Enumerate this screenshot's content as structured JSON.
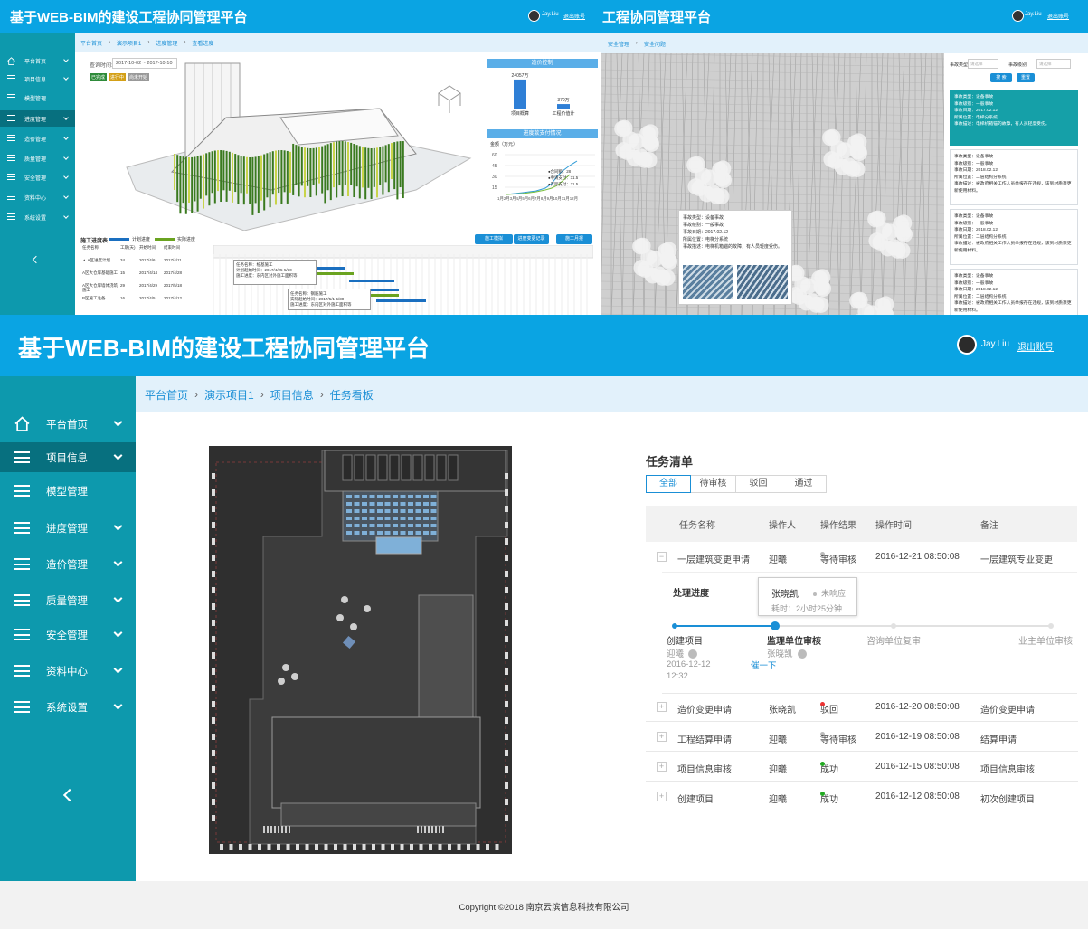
{
  "colors": {
    "header": "#0aa4e3",
    "sidebar": "#0d99ad",
    "sidebar_active": "#07707f",
    "accent": "#1a8fd6"
  },
  "shot_tl": {
    "title": "基于WEB-BIM的建设工程协同管理平台",
    "user": "Jay.Liu",
    "logout": "退出账号",
    "breadcrumb": [
      "平台首页",
      "演示项目1",
      "进度管理",
      "查看进度"
    ],
    "sidebar": [
      "平台首页",
      "项目信息",
      "模型管理",
      "进度管理",
      "造价管理",
      "质量管理",
      "安全管理",
      "资料中心",
      "系统设置"
    ],
    "date_label": "查询时间:",
    "date_value": "2017-10-02 ~ 2017-10-10",
    "legend_tags": [
      "已完成",
      "进行中",
      "尚未开始"
    ],
    "cost_panel": "造价控制",
    "cost_chart": {
      "type": "bar",
      "categories": [
        "项目概算",
        "工程价值计"
      ],
      "values": [
        24057,
        3700
      ],
      "value_labels": [
        "24057万",
        "370万"
      ]
    },
    "pay_panel": "进度款支付情况",
    "pay_chart": {
      "type": "line",
      "ylabel": "金额（万元）",
      "yticks": [
        "60",
        "45",
        "30",
        "15"
      ],
      "xticks": "1月2月3月4月5月6月7月8月9月10月11月12月",
      "tooltip": [
        "●合同额：28",
        "●申请支付：31.5",
        "●实际支付：31.5"
      ]
    },
    "gantt_title": "施工进度表",
    "gantt_legend": [
      "计划进度",
      "实际进度"
    ],
    "gantt_buttons": [
      "施工模拟",
      "进度变更记录",
      "施工月报"
    ],
    "gantt_cols": [
      "任务名称",
      "工期(天)",
      "开始时间",
      "结束时间"
    ],
    "gantt_rows": [
      [
        "▲ A区进度计划",
        "34",
        "2017/4/6",
        "2017/4/11"
      ],
      [
        "A区大仓库基础施工",
        "15",
        "2017/4/14",
        "2017/4/28"
      ],
      [
        "A区大仓库墙体浇筑施工",
        "29",
        "2017/4/29",
        "2017/5/18"
      ],
      [
        "B区施工准备",
        "16",
        "2017/4/5",
        "2017/4/12"
      ]
    ],
    "gantt_tip1": [
      "任务名称：桩基施工",
      "计划起始时间：2017/4/25-5/30",
      "施工进度：东内区对外施工面积等"
    ],
    "gantt_tip2": [
      "任务名称：钢筋施工",
      "实际起始时间：2017/5/1-5/30",
      "施工进度：东内区对外施工面积等"
    ]
  },
  "shot_tr": {
    "title": "工程协同管理平台",
    "user": "Jay.Liu",
    "logout": "退出账号",
    "breadcrumb": [
      "安全管理",
      "安全问题"
    ],
    "filter_type": "事故类型:",
    "filter_level": "事故级别:",
    "select_placeholder": "请选择",
    "search_btn": "搜 索",
    "reset_btn": "重置",
    "incidents": [
      [
        "事故类型：设备事故",
        "事故级别：一般事故",
        "事故日期：2017.02.12",
        "所属位置：电梯分系统",
        "事故描述：电梯机箱锚的故障，有人员轻度受伤。"
      ],
      [
        "事故类型：设备事故",
        "事故级别：一般事故",
        "事故日期：2018.02.12",
        "所属位置：二层结构分系统",
        "事故描述：被政府相关工作人员举报存在违规，该到材质须更新使用材料。"
      ],
      [
        "事故类型：设备事故",
        "事故级别：一般事故",
        "事故日期：2018.02.12",
        "所属位置：二层结构分系统",
        "事故描述：被政府相关工作人员举报存在违规，该到材质须更新使用材料。"
      ],
      [
        "事故类型：设备事故",
        "事故级别：一般事故",
        "事故日期：2018.02.12",
        "所属位置：二层结构分系统",
        "事故描述：被政府相关工作人员举报存在违规，该到材质须更新使用材料。"
      ]
    ],
    "popup": [
      "事故类型：设备事故",
      "事故级别：一般事故",
      "事故日期：2017.02.12",
      "所属位置：电梯分系统",
      "事故描述：电梯机箱锚的故障，有人员轻度受伤。"
    ]
  },
  "main": {
    "title": "基于WEB-BIM的建设工程协同管理平台",
    "user": "Jay.Liu",
    "logout": "退出账号",
    "breadcrumb": [
      "平台首页",
      "演示项目1",
      "项目信息",
      "任务看板"
    ],
    "sidebar": [
      "平台首页",
      "项目信息",
      "模型管理",
      "进度管理",
      "造价管理",
      "质量管理",
      "安全管理",
      "资料中心",
      "系统设置"
    ],
    "task_title": "任务清单",
    "tabs": [
      "全部",
      "待审核",
      "驳回",
      "通过"
    ],
    "columns": [
      "任务名称",
      "操作人",
      "操作结果",
      "操作时间",
      "备注"
    ],
    "rows": [
      {
        "name": "一层建筑变更申请",
        "op": "迎曦",
        "result": "等待审核",
        "dot": "#bbb",
        "time": "2016-12-21  08:50:08",
        "note": "一层建筑专业变更"
      },
      {
        "name": "造价变更申请",
        "op": "张晓凯",
        "result": "驳回",
        "dot": "#e33",
        "time": "2016-12-20  08:50:08",
        "note": "造价变更申请"
      },
      {
        "name": "工程结算申请",
        "op": "迎曦",
        "result": "等待审核",
        "dot": "#bbb",
        "time": "2016-12-19  08:50:08",
        "note": "结算申请"
      },
      {
        "name": "项目信息审核",
        "op": "迎曦",
        "result": "成功",
        "dot": "#2a2",
        "time": "2016-12-15  08:50:08",
        "note": "项目信息审核"
      },
      {
        "name": "创建项目",
        "op": "迎曦",
        "result": "成功",
        "dot": "#2a2",
        "time": "2016-12-12  08:50:08",
        "note": "初次创建项目"
      }
    ],
    "progress_label": "处理进度",
    "tooltip": {
      "person": "张晓凯",
      "status": "未响应",
      "elapsed": "耗时：2小时25分钟"
    },
    "steps": [
      {
        "title": "创建项目",
        "person": "迎曦",
        "date": "2016-12-12",
        "time": "12:32"
      },
      {
        "title": "监理单位审核",
        "person": "张晓凯",
        "link": "催一下"
      },
      {
        "title": "咨询单位复审"
      },
      {
        "title": "业主单位审核"
      }
    ],
    "progress": 0.27,
    "footer": "Copyright ©2018 南京云滨信息科技有限公司"
  }
}
